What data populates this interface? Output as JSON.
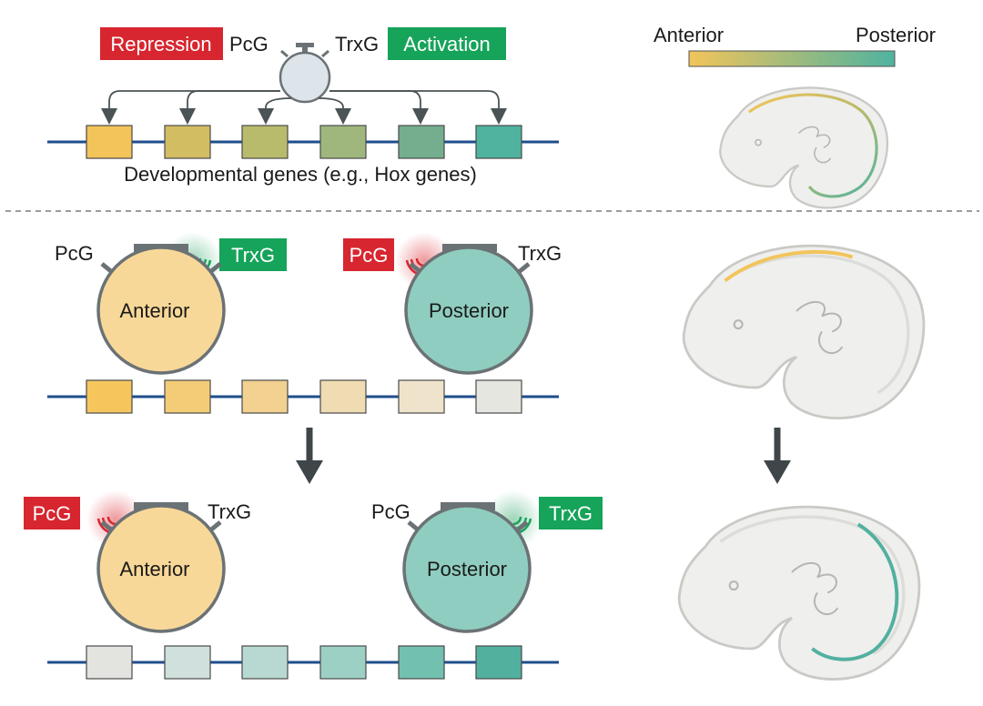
{
  "top": {
    "repression_label": "Repression",
    "activation_label": "Activation",
    "pcg_label": "PcG",
    "trxg_label": "TrxG",
    "caption": "Developmental genes (e.g., Hox genes)",
    "gradient": {
      "left_label": "Anterior",
      "right_label": "Posterior"
    }
  },
  "middle": {
    "left_timer": {
      "pcg_label": "PcG",
      "trxg_label": "TrxG",
      "name": "Anterior",
      "active_side": "trxg"
    },
    "right_timer": {
      "pcg_label": "PcG",
      "trxg_label": "TrxG",
      "name": "Posterior",
      "active_side": "pcg"
    }
  },
  "bottom": {
    "left_timer": {
      "pcg_label": "PcG",
      "trxg_label": "TrxG",
      "name": "Anterior",
      "active_side": "pcg"
    },
    "right_timer": {
      "pcg_label": "PcG",
      "trxg_label": "TrxG",
      "name": "Posterior",
      "active_side": "trxg"
    }
  },
  "colors": {
    "repression": "#d7262f",
    "activation": "#16a35a",
    "dna_line": "#1f4e8c",
    "anterior": "#f2c45a",
    "posterior": "#4fb39f",
    "timer_top": "#dde4ea",
    "timer_anterior": "#f8d898",
    "timer_posterior": "#8fcdc0",
    "timer_stroke": "#6b7275",
    "arrow": "#3f4649"
  },
  "gene_rows": {
    "top": [
      "#f2c45a",
      "#d2bd62",
      "#b9bb6c",
      "#9fb77c",
      "#74ae8e",
      "#4fb39f"
    ],
    "middle": [
      "#f6c65d",
      "#f4cc78",
      "#f2d191",
      "#f0dcb2",
      "#efe3cb",
      "#e6e6e0"
    ],
    "bottom": [
      "#e3e3df",
      "#d0e0dc",
      "#b8d9d1",
      "#9dd0c5",
      "#72c0b0",
      "#52b09f"
    ]
  }
}
